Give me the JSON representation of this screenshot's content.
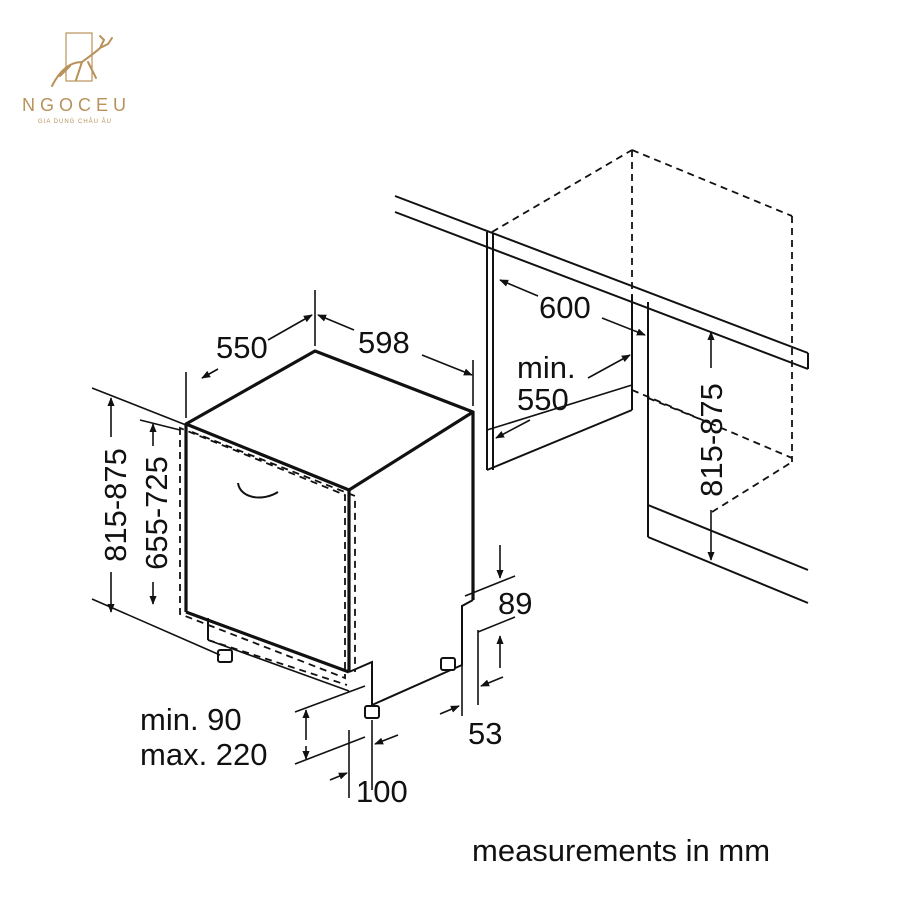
{
  "brand": {
    "name": "NGOCEU",
    "tagline": "GIA DỤNG CHÂU ÂU",
    "color": "#b8925a",
    "icon": "deer-logo-icon"
  },
  "dimensions": {
    "depth": "550",
    "width": "598",
    "height_total": "815-875",
    "height_body": "655-725",
    "niche_width": "600",
    "niche_depth_line1": "min.",
    "niche_depth_line2": "550",
    "niche_height": "815-875",
    "plinth_gap": "89",
    "foot_setback": "53",
    "plinth_line1": "min. 90",
    "plinth_line2": "max. 220",
    "plinth_depth": "100"
  },
  "caption": "measurements in mm",
  "colors": {
    "line": "#111111",
    "background": "#ffffff"
  }
}
